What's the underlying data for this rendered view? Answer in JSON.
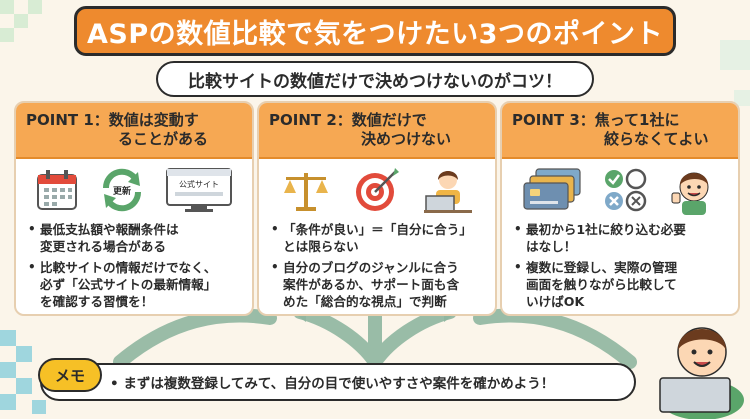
{
  "title": "ASPの数値比較で気をつけたい3つのポイント",
  "subtitle": "比較サイトの数値だけで決めつけないのがコツ！",
  "points": [
    {
      "label_line1": "POINT 1：数値は変動す",
      "label_line2": "ることがある",
      "icon_badge": "更新",
      "icon_screen": "公式サイト",
      "bullets": [
        {
          "line1": "最低支払額や報酬条件は",
          "line2": "変更される場合がある",
          "line3": ""
        },
        {
          "line1": "比較サイトの情報だけでなく、",
          "line2": "必ず「公式サイトの最新情報」",
          "line3": "を確認する習慣を！"
        }
      ]
    },
    {
      "label_line1": "POINT 2：数値だけで",
      "label_line2": "決めつけない",
      "bullets": [
        {
          "line1": "「条件が良い」＝「自分に合う」",
          "line2": "とは限らない",
          "line3": ""
        },
        {
          "line1": "自分のブログのジャンルに合う",
          "line2": "案件があるか、サポート面も含",
          "line3": "めた「総合的な視点」で判断"
        }
      ]
    },
    {
      "label_line1": "POINT 3：焦って1社に",
      "label_line2": "絞らなくてよい",
      "bullets": [
        {
          "line1": "最初から1社に絞り込む必要",
          "line2": "はなし！",
          "line3": ""
        },
        {
          "line1": "複数に登録し、実際の管理",
          "line2": "画面を触りながら比較して",
          "line3": "いけばOK"
        }
      ]
    }
  ],
  "memo": {
    "tag": "メモ",
    "text": "• まずは複数登録してみて、自分の目で使いやすさや案件を確かめよう！"
  },
  "colors": {
    "accent": "#ee8a2e",
    "card_header": "#f6a853",
    "memo_tag": "#f6c026",
    "arrows": "#8fb6a0"
  }
}
